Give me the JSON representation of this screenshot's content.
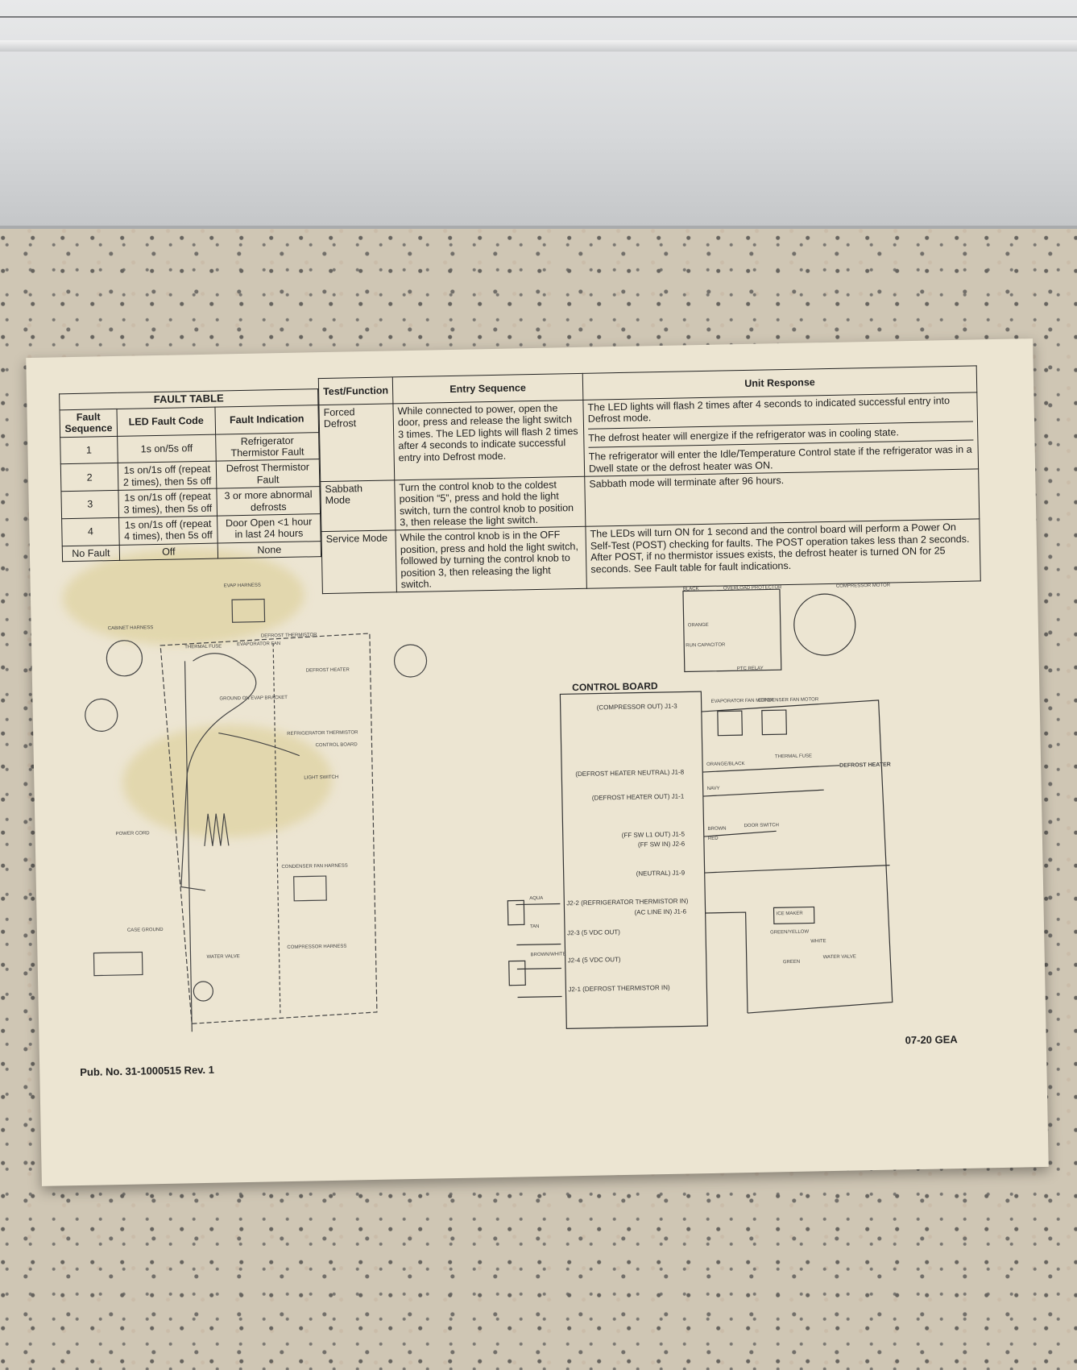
{
  "fault_table": {
    "title": "FAULT TABLE",
    "headers": [
      "Fault Sequence",
      "LED Fault Code",
      "Fault Indication"
    ],
    "rows": [
      {
        "seq": "1",
        "code": "1s on/5s off",
        "indication": "Refrigerator Thermistor Fault"
      },
      {
        "seq": "2",
        "code": "1s on/1s off (repeat 2 times), then 5s off",
        "indication": "Defrost Thermistor Fault"
      },
      {
        "seq": "3",
        "code": "1s on/1s off (repeat 3 times), then 5s off",
        "indication": "3 or more abnormal defrosts"
      },
      {
        "seq": "4",
        "code": "1s on/1s off (repeat 4 times), then 5s off",
        "indication": "Door Open <1 hour in last 24 hours"
      },
      {
        "seq": "No Fault",
        "code": "Off",
        "indication": "None"
      }
    ]
  },
  "test_table": {
    "headers": [
      "Test/Function",
      "Entry Sequence",
      "Unit Response"
    ],
    "rows": [
      {
        "function": "Forced Defrost",
        "entry": "While connected to power, open the door, press and release the light switch 3 times. The LED lights will flash 2 times after 4 seconds to indicate successful entry into Defrost mode.",
        "responses": [
          "The LED lights will flash 2 times after 4 seconds to indicated successful entry into Defrost mode.",
          "The defrost heater will energize if the refrigerator was in cooling state.",
          "The refrigerator will enter the Idle/Temperature Control state if the refrigerator was in a Dwell state or the defrost heater was ON."
        ]
      },
      {
        "function": "Sabbath Mode",
        "entry": "Turn the control knob to the coldest position “5”, press and hold the light switch, turn the control knob to position 3, then release the light switch.",
        "responses": [
          "Sabbath mode will terminate after 96 hours."
        ]
      },
      {
        "function": "Service Mode",
        "entry": "While the control knob is in the OFF position, press and hold the light switch, followed by turning the control knob to position 3, then releasing the light switch.",
        "responses": [
          "The LEDs will turn ON for 1 second and the control board will perform a Power On Self-Test (POST) checking for faults. The POST operation takes less than 2 seconds. After POST, if no thermistor issues exists, the defrost heater is turned ON for 25 seconds. See Fault table for fault indications."
        ]
      }
    ]
  },
  "control_board": {
    "title": "CONTROL BOARD",
    "pins": [
      "(COMPRESSOR OUT) J1-3",
      "(DEFROST HEATER NEUTRAL) J1-8",
      "(DEFROST HEATER OUT) J1-1",
      "(FF SW L1 OUT) J1-5",
      "(FF SW IN) J2-6",
      "(NEUTRAL) J1-9",
      "J2-2 (REFRIGERATOR THERMISTOR IN)",
      "(AC LINE IN) J1-6",
      "J2-3 (5 VDC OUT)",
      "J2-4 (5 VDC OUT)",
      "J2-1 (DEFROST THERMISTOR IN)"
    ],
    "components": [
      "DEFROST HEATER",
      "ICE MAKER",
      "WATER VALVE",
      "DOOR SWITCH",
      "EVAPORATOR FAN MOTOR",
      "CONDENSER FAN MOTOR",
      "COMPRESSOR MOTOR",
      "OVERLOAD PROTECTOR",
      "PTC RELAY",
      "RUN CAPACITOR",
      "THERMAL FUSE"
    ],
    "wires": [
      "BLACK",
      "ORANGE",
      "ORANGE/BLACK",
      "NAVY",
      "BROWN",
      "RED",
      "AQUA",
      "TAN",
      "BROWN/WHITE",
      "GREEN/YELLOW",
      "WHITE",
      "GREEN"
    ]
  },
  "layout_labels": [
    "EVAP HARNESS",
    "CABINET HARNESS",
    "THERMAL FUSE",
    "EVAPORATOR FAN",
    "DEFROST THERMISTOR",
    "DEFROST HEATER",
    "GROUND ON EVAP BRACKET",
    "REFRIGERATOR THERMISTOR",
    "CONTROL BOARD",
    "LIGHT SWITCH",
    "POWER CORD",
    "CONDENSER FAN HARNESS",
    "CASE GROUND",
    "WATER VALVE",
    "COMPRESSOR HARNESS"
  ],
  "footer": {
    "pub": "Pub. No. 31-1000515  Rev. 1",
    "date": "07-20  GEA"
  }
}
